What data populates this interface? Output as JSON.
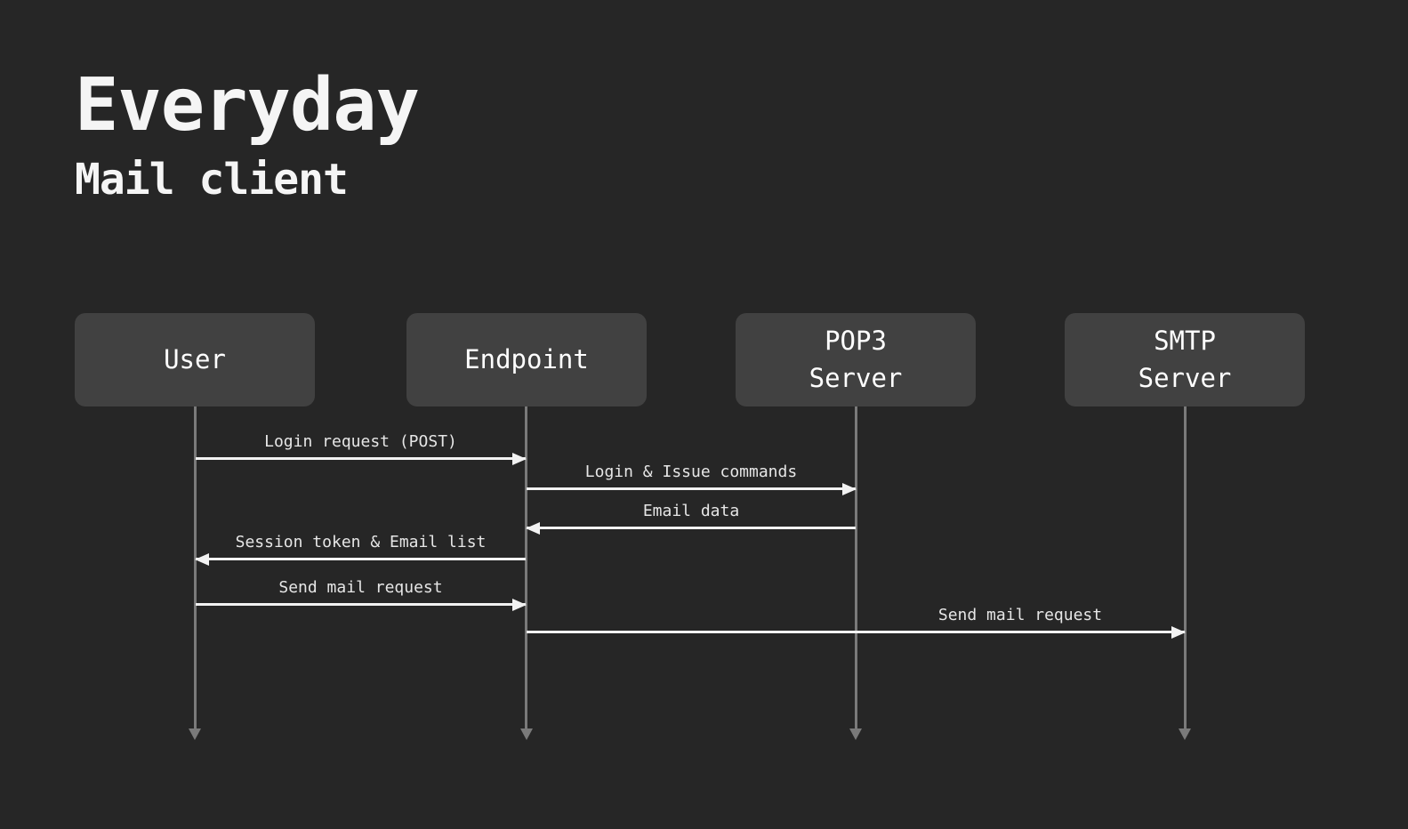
{
  "header": {
    "title": "Everyday",
    "subtitle": "Mail client"
  },
  "diagram": {
    "actors": [
      {
        "id": "user",
        "label": "User"
      },
      {
        "id": "endpoint",
        "label": "Endpoint"
      },
      {
        "id": "pop3-server",
        "label": "POP3\nServer"
      },
      {
        "id": "smtp-server",
        "label": "SMTP\nServer"
      }
    ],
    "messages": [
      {
        "from": "User",
        "to": "Endpoint",
        "direction": "right",
        "label": "Login request (POST)"
      },
      {
        "from": "Endpoint",
        "to": "POP3 Server",
        "direction": "right",
        "label": "Login & Issue commands"
      },
      {
        "from": "POP3 Server",
        "to": "Endpoint",
        "direction": "left",
        "label": "Email data"
      },
      {
        "from": "Endpoint",
        "to": "User",
        "direction": "left",
        "label": "Session token & Email list"
      },
      {
        "from": "User",
        "to": "Endpoint",
        "direction": "right",
        "label": "Send mail request"
      },
      {
        "from": "Endpoint",
        "to": "SMTP Server",
        "direction": "right",
        "label": "Send mail request"
      }
    ]
  },
  "colors": {
    "background": "#262626",
    "actor_box": "#414141",
    "actor_text": "#ffffff",
    "lifeline": "#7a7a7a",
    "arrow": "#f2f2f2",
    "message_text": "#e6e6e6",
    "title_text": "#f5f5f5"
  }
}
